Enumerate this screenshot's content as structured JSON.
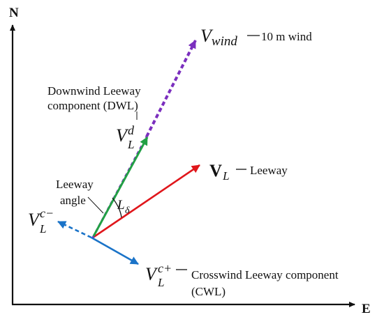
{
  "axes": {
    "north_label": "N",
    "east_label": "E"
  },
  "wind": {
    "symbol": "V",
    "subscript": "wind",
    "caption": "10 m wind",
    "color": "#7B2FBE"
  },
  "leeway": {
    "symbol": "V",
    "subscript": "L",
    "caption": "Leeway",
    "color": "#E0161B"
  },
  "downwind": {
    "caption_line1": "Downwind Leeway",
    "caption_line2": "component (DWL)",
    "symbol": "V",
    "subscript": "L",
    "superscript": "d",
    "color": "#22A045"
  },
  "angle": {
    "caption_line1": "Leeway",
    "caption_line2": "angle",
    "symbol": "L",
    "subscript": "δ"
  },
  "crosswind_neg": {
    "symbol": "V",
    "subscript": "L",
    "superscript": "c−",
    "color": "#1A73C8"
  },
  "crosswind_pos": {
    "symbol": "V",
    "subscript": "L",
    "superscript": "c+",
    "caption_line1": "Crosswind Leeway component",
    "caption_line2": "(CWL)",
    "color": "#1A73C8"
  }
}
